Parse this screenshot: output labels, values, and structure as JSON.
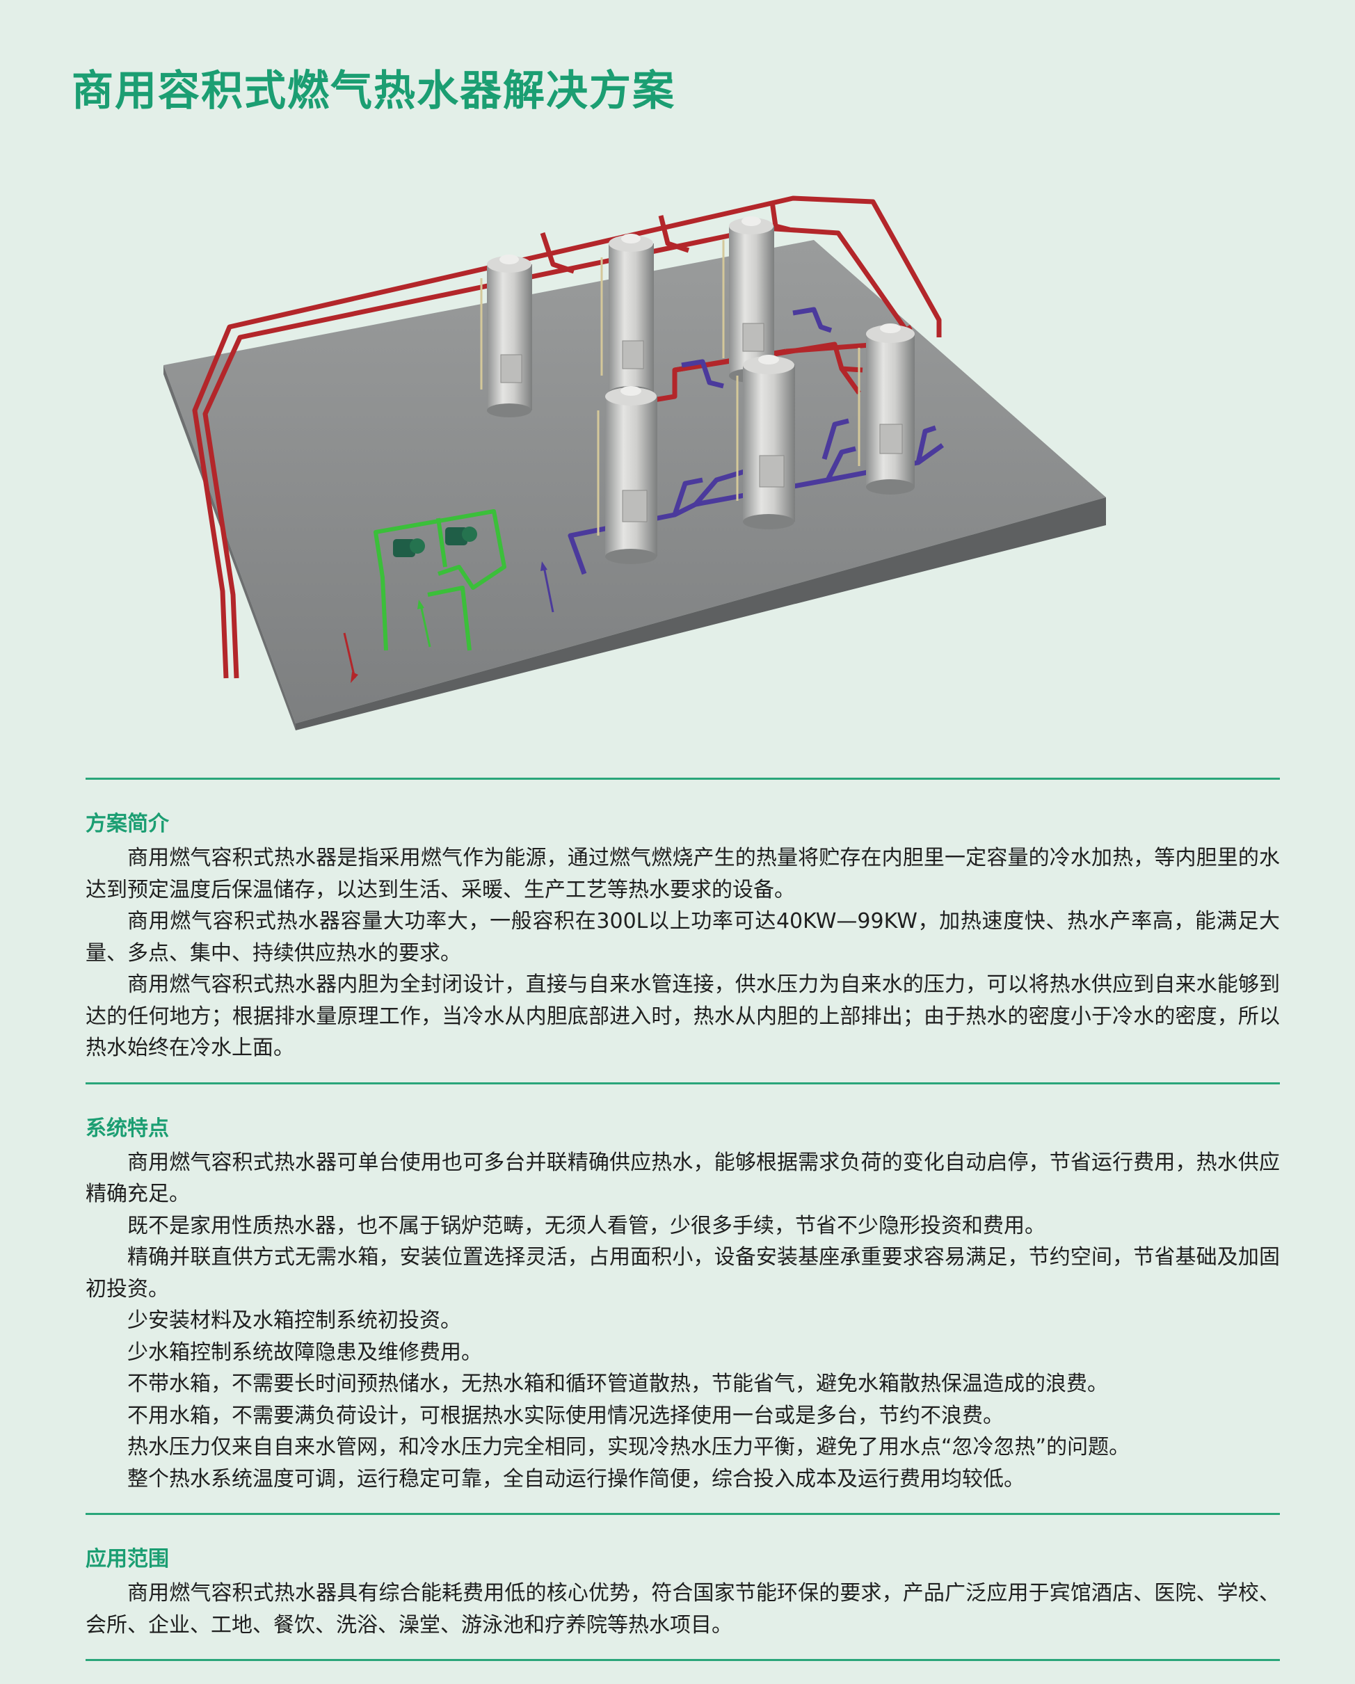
{
  "page": {
    "title": "商用容积式燃气热水器解决方案",
    "accent_color": "#1b9e72",
    "background_color": "#e3efe8"
  },
  "diagram": {
    "caption": "",
    "heater_count": 6,
    "pump_count": 2,
    "pipe_colors": {
      "hot": "#b3262a",
      "cold": "#4b3a9c",
      "circulation": "#3bbf3a"
    },
    "platform_color": "#8b8d8e"
  },
  "sections": [
    {
      "title": "方案简介",
      "paragraphs": [
        "商用燃气容积式热水器是指采用燃气作为能源，通过燃气燃烧产生的热量将贮存在内胆里一定容量的冷水加热，等内胆里的水达到预定温度后保温储存，以达到生活、采暖、生产工艺等热水要求的设备。",
        "商用燃气容积式热水器容量大功率大，一般容积在300L以上功率可达40KW—99KW，加热速度快、热水产率高，能满足大量、多点、集中、持续供应热水的要求。",
        "商用燃气容积式热水器内胆为全封闭设计，直接与自来水管连接，供水压力为自来水的压力，可以将热水供应到自来水能够到达的任何地方；根据排水量原理工作，当冷水从内胆底部进入时，热水从内胆的上部排出；由于热水的密度小于冷水的密度，所以热水始终在冷水上面。"
      ]
    },
    {
      "title": "系统特点",
      "paragraphs": [
        "商用燃气容积式热水器可单台使用也可多台并联精确供应热水，能够根据需求负荷的变化自动启停，节省运行费用，热水供应精确充足。",
        "既不是家用性质热水器，也不属于锅炉范畴，无须人看管，少很多手续，节省不少隐形投资和费用。",
        "精确并联直供方式无需水箱，安装位置选择灵活，占用面积小，设备安装基座承重要求容易满足，节约空间，节省基础及加固初投资。",
        "少安装材料及水箱控制系统初投资。",
        "少水箱控制系统故障隐患及维修费用。",
        "不带水箱，不需要长时间预热储水，无热水箱和循环管道散热，节能省气，避免水箱散热保温造成的浪费。",
        "不用水箱，不需要满负荷设计，可根据热水实际使用情况选择使用一台或是多台，节约不浪费。",
        "热水压力仅来自自来水管网，和冷水压力完全相同，实现冷热水压力平衡，避免了用水点“忽冷忽热”的问题。",
        "整个热水系统温度可调，运行稳定可靠，全自动运行操作简便，综合投入成本及运行费用均较低。"
      ]
    },
    {
      "title": "应用范围",
      "paragraphs": [
        "商用燃气容积式热水器具有综合能耗费用低的核心优势，符合国家节能环保的要求，产品广泛应用于宾馆酒店、医院、学校、会所、企业、工地、餐饮、洗浴、澡堂、游泳池和疗养院等热水项目。"
      ]
    }
  ]
}
